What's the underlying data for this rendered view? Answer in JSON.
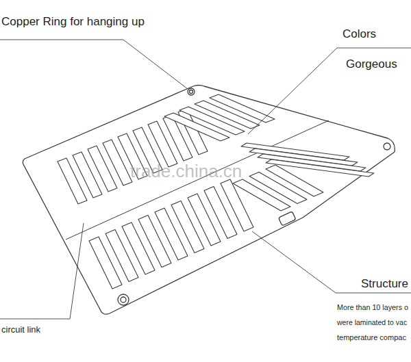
{
  "diagram": {
    "labels": [
      "Copper Ring for hanging up",
      "Colors",
      "Gorgeous",
      "Structure",
      "More than 10 layers o",
      "were laminated to vac",
      "temperature compac",
      "circuit link",
      "trade.china.cn"
    ]
  }
}
